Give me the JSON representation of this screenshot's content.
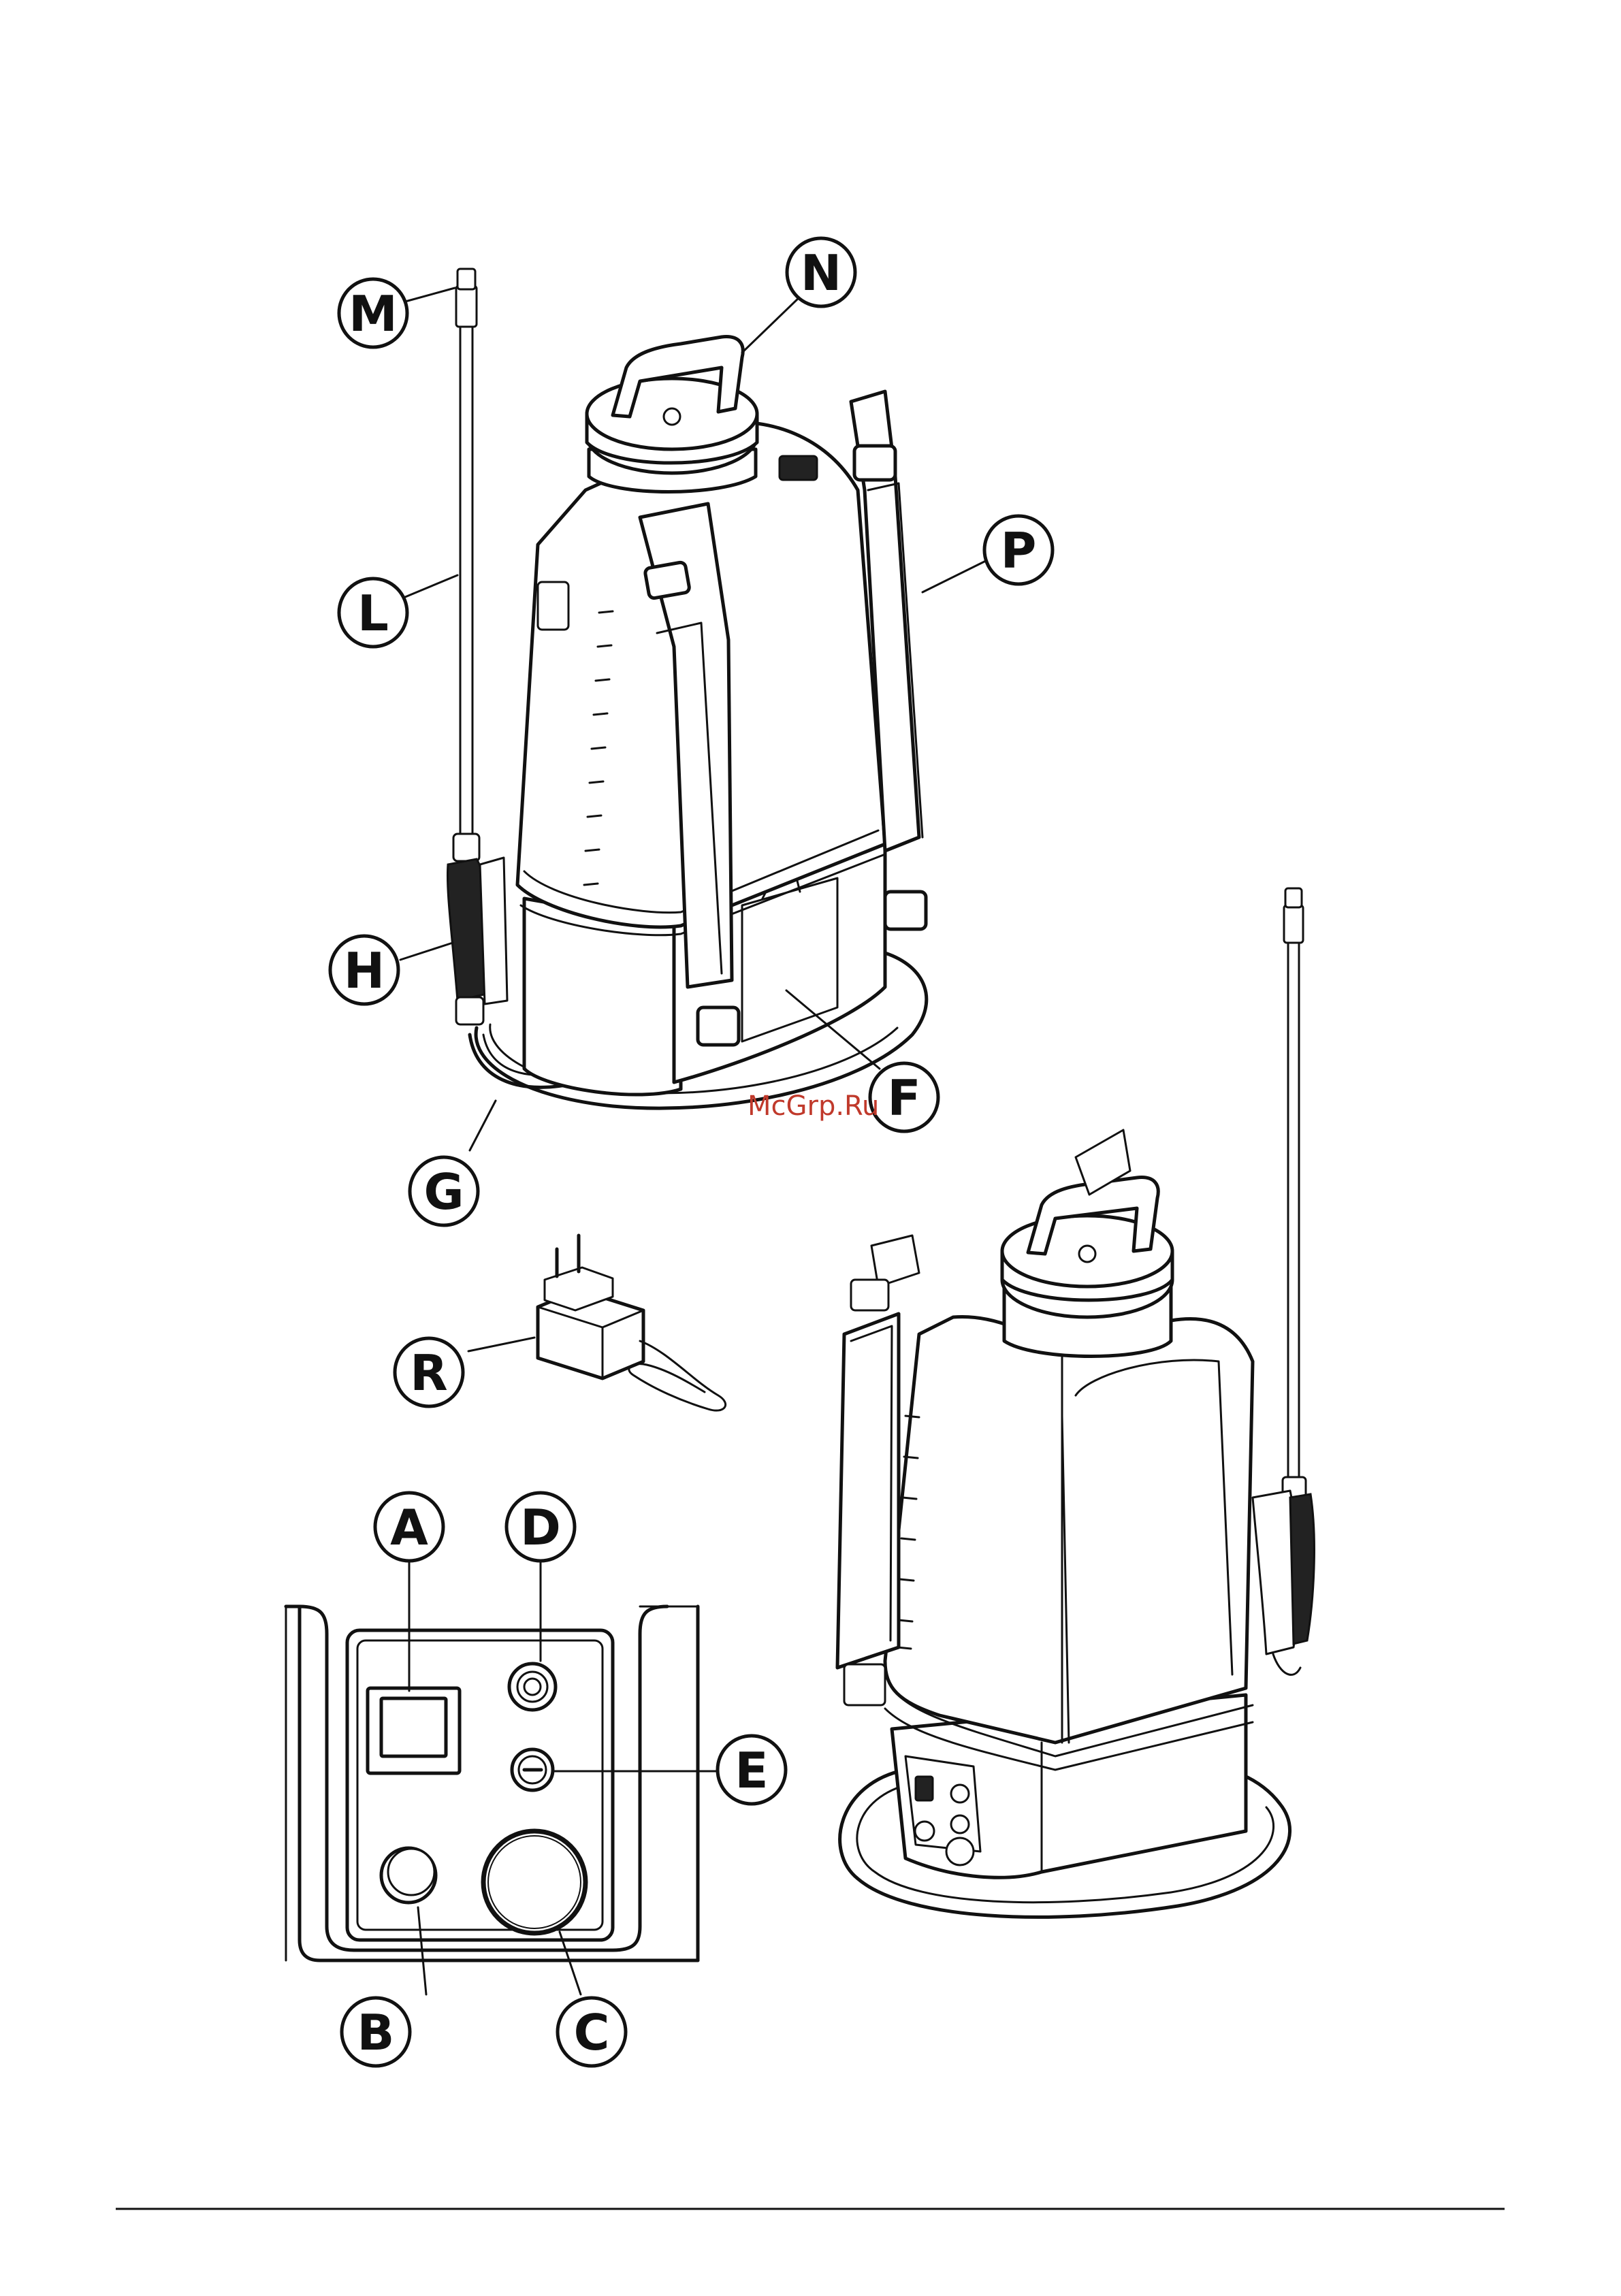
{
  "diagram": {
    "callouts": [
      {
        "id": "M",
        "label": "M"
      },
      {
        "id": "N",
        "label": "N"
      },
      {
        "id": "L",
        "label": "L"
      },
      {
        "id": "P",
        "label": "P"
      },
      {
        "id": "H",
        "label": "H"
      },
      {
        "id": "F",
        "label": "F"
      },
      {
        "id": "G",
        "label": "G"
      },
      {
        "id": "R",
        "label": "R"
      },
      {
        "id": "A",
        "label": "A"
      },
      {
        "id": "D",
        "label": "D"
      },
      {
        "id": "E",
        "label": "E"
      },
      {
        "id": "B",
        "label": "B"
      },
      {
        "id": "C",
        "label": "C"
      }
    ],
    "watermark": "McGrp.Ru"
  }
}
